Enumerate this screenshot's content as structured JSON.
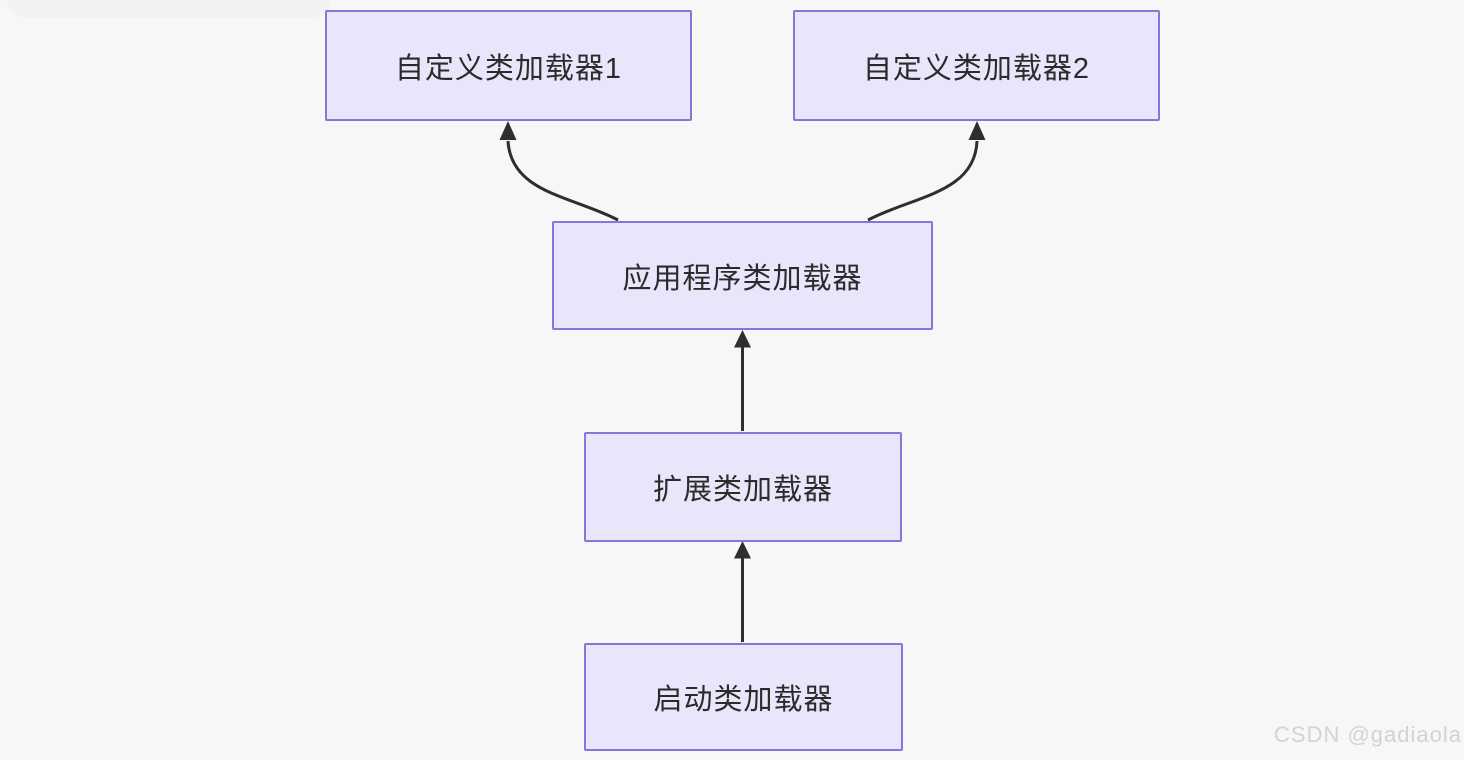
{
  "diagram": {
    "type": "flowchart",
    "colors": {
      "background": "#f7f7f7",
      "node_fill": "#e7e6fa",
      "node_border": "#8c73d9",
      "arrow": "#2e2e2e",
      "text": "#2b2b2b",
      "watermark": "#d3d3d3"
    },
    "nodes": [
      {
        "id": "custom-loader-1",
        "label": "自定义类加载器1"
      },
      {
        "id": "custom-loader-2",
        "label": "自定义类加载器2"
      },
      {
        "id": "app-loader",
        "label": "应用程序类加载器"
      },
      {
        "id": "ext-loader",
        "label": "扩展类加载器"
      },
      {
        "id": "bootstrap-loader",
        "label": "启动类加载器"
      }
    ],
    "edges": [
      {
        "from": "app-loader",
        "to": "custom-loader-1",
        "style": "curved"
      },
      {
        "from": "app-loader",
        "to": "custom-loader-2",
        "style": "curved"
      },
      {
        "from": "ext-loader",
        "to": "app-loader",
        "style": "straight"
      },
      {
        "from": "bootstrap-loader",
        "to": "ext-loader",
        "style": "straight"
      }
    ]
  },
  "watermark": {
    "text": "CSDN @gadiaola"
  }
}
